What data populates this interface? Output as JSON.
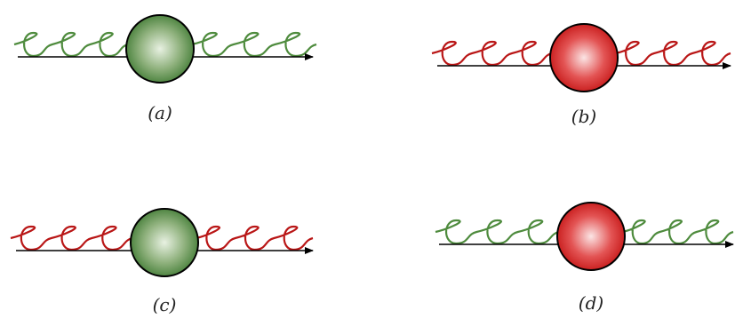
{
  "colors": {
    "green_ball_center": "#e8f1e2",
    "green_ball_mid": "#8fb17d",
    "green_ball_edge": "#3f7a33",
    "green_helix": "#4e8b3d",
    "red_ball_center": "#fbe5e5",
    "red_ball_mid": "#e35454",
    "red_ball_edge": "#c41414",
    "red_helix": "#b91616",
    "axis": "#000000"
  },
  "panels": [
    {
      "id": "a",
      "caption": "(a)",
      "ball": "green",
      "left_helix": "green",
      "right_helix": "green"
    },
    {
      "id": "b",
      "caption": "(b)",
      "ball": "red",
      "left_helix": "red",
      "right_helix": "red"
    },
    {
      "id": "c",
      "caption": "(c)",
      "ball": "green",
      "left_helix": "red",
      "right_helix": "red"
    },
    {
      "id": "d",
      "caption": "(d)",
      "ball": "red",
      "left_helix": "green",
      "right_helix": "green"
    }
  ]
}
